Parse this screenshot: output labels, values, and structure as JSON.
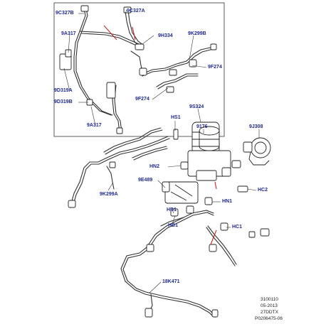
{
  "diagram": {
    "callouts": {
      "c9C327B": "9C327B",
      "c9C327A": "9C327A",
      "c9A317_top": "9A317",
      "c9H334": "9H334",
      "c9K299B": "9K299B",
      "c9F274_right": "9F274",
      "c9D319A": "9D319A",
      "c9F274_left": "9F274",
      "c9D319B": "9D319B",
      "c9A317_bottom": "9A317",
      "c9S324": "9S324",
      "cHS1": "HS1",
      "c9176": "9176",
      "c9J308": "9J308",
      "cHN2": "HN2",
      "c9E489": "9E489",
      "c9K299A": "9K299A",
      "cHC2": "HC2",
      "cHN1": "HN1",
      "cHB1_a": "HB1",
      "cHB1_b": "HB1",
      "cHC1": "HC1",
      "c18K471": "18K471"
    },
    "reference_block": [
      "3100110",
      "05-2013",
      "27DDTX",
      "P0206475-06"
    ]
  }
}
